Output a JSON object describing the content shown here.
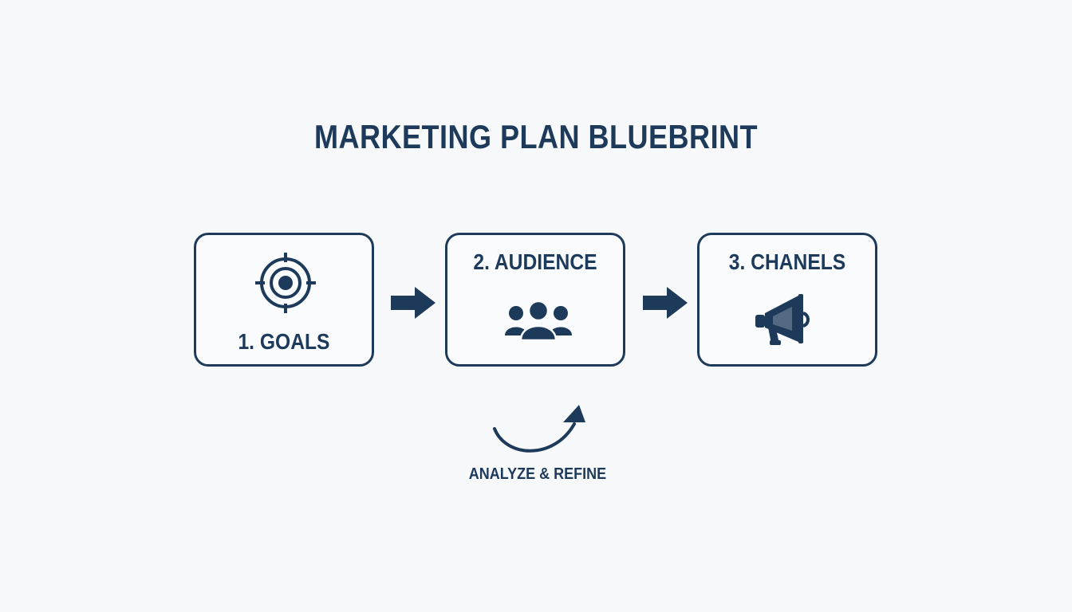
{
  "title": "MARKETING PLAN BLUEBRINT",
  "steps": [
    {
      "label": "1. GOALS",
      "icon": "target-icon"
    },
    {
      "label": "2. AUDIENCE",
      "icon": "people-icon"
    },
    {
      "label": "3. CHANELS",
      "icon": "megaphone-icon"
    }
  ],
  "loop": {
    "label": "ANALYZE & REFINE",
    "icon": "curved-arrow-icon"
  },
  "colors": {
    "primary": "#1d3a5a",
    "background": "#f6f8f9"
  }
}
